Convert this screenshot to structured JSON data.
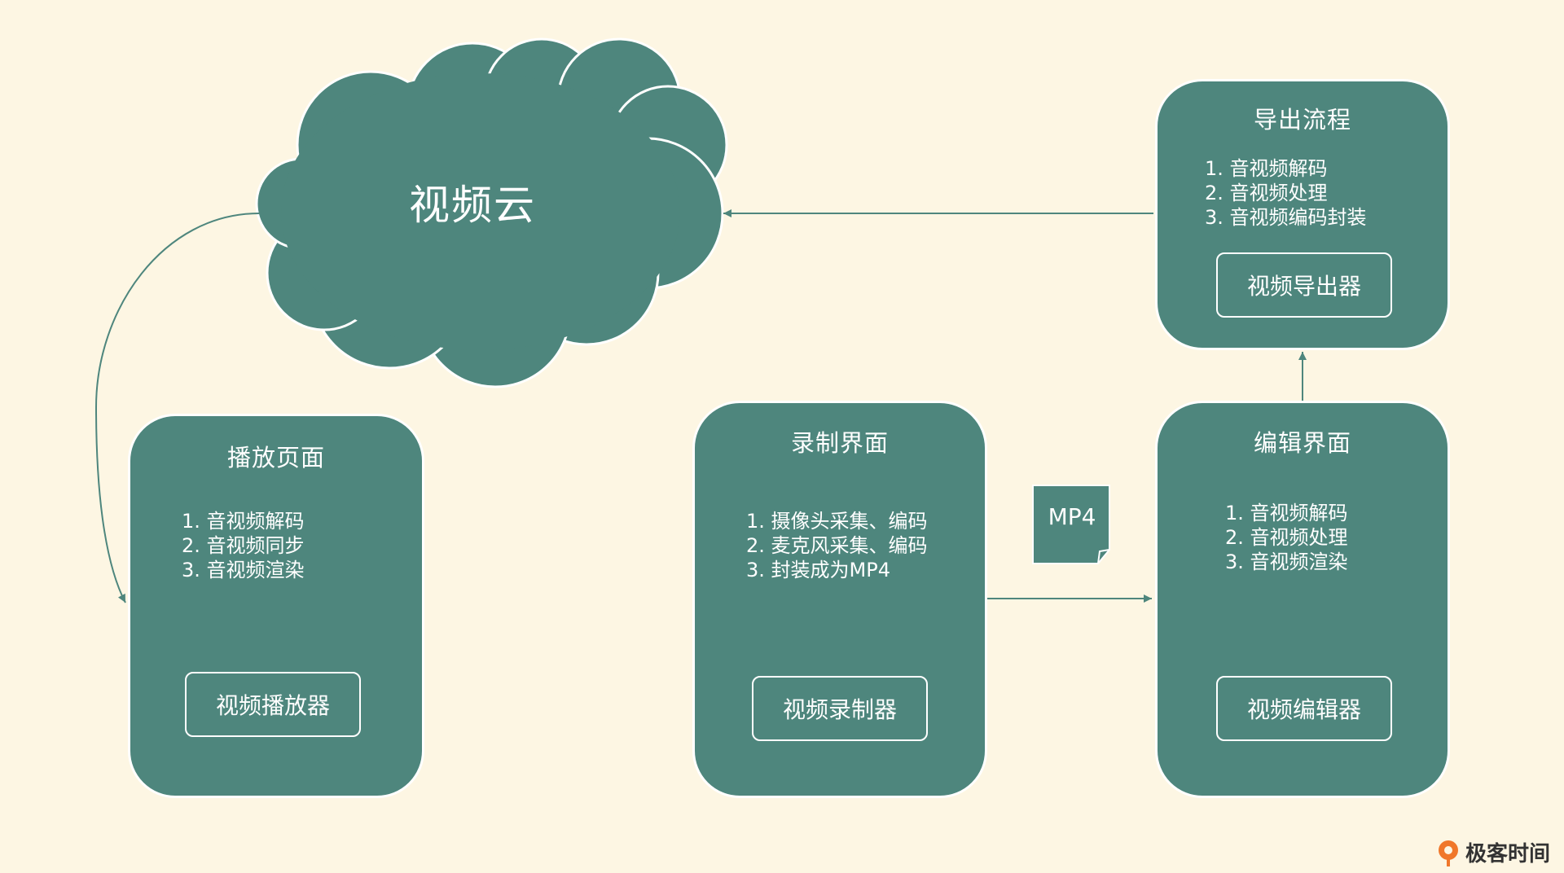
{
  "cloud": {
    "label": "视频云"
  },
  "file_badge": {
    "label": "MP4"
  },
  "nodes": {
    "playback": {
      "title": "播放页面",
      "steps": [
        "1. 音视频解码",
        "2. 音视频同步",
        "3. 音视频渲染"
      ],
      "component": "视频播放器"
    },
    "recording": {
      "title": "录制界面",
      "steps": [
        "1. 摄像头采集、编码",
        "2. 麦克风采集、编码",
        "3. 封装成为MP4"
      ],
      "component": "视频录制器"
    },
    "editing": {
      "title": "编辑界面",
      "steps": [
        "1. 音视频解码",
        "2. 音视频处理",
        "3. 音视频渲染"
      ],
      "component": "视频编辑器"
    },
    "export": {
      "title": "导出流程",
      "steps": [
        "1. 音视频解码",
        "2. 音视频处理",
        "3. 音视频编码封装"
      ],
      "component": "视频导出器"
    }
  },
  "brand": {
    "name": "极客时间",
    "accent": "#f0772a"
  },
  "colors": {
    "background": "#fdf6e3",
    "node_fill": "#4e867d",
    "text": "#ffffff",
    "connector": "#4e867d"
  }
}
